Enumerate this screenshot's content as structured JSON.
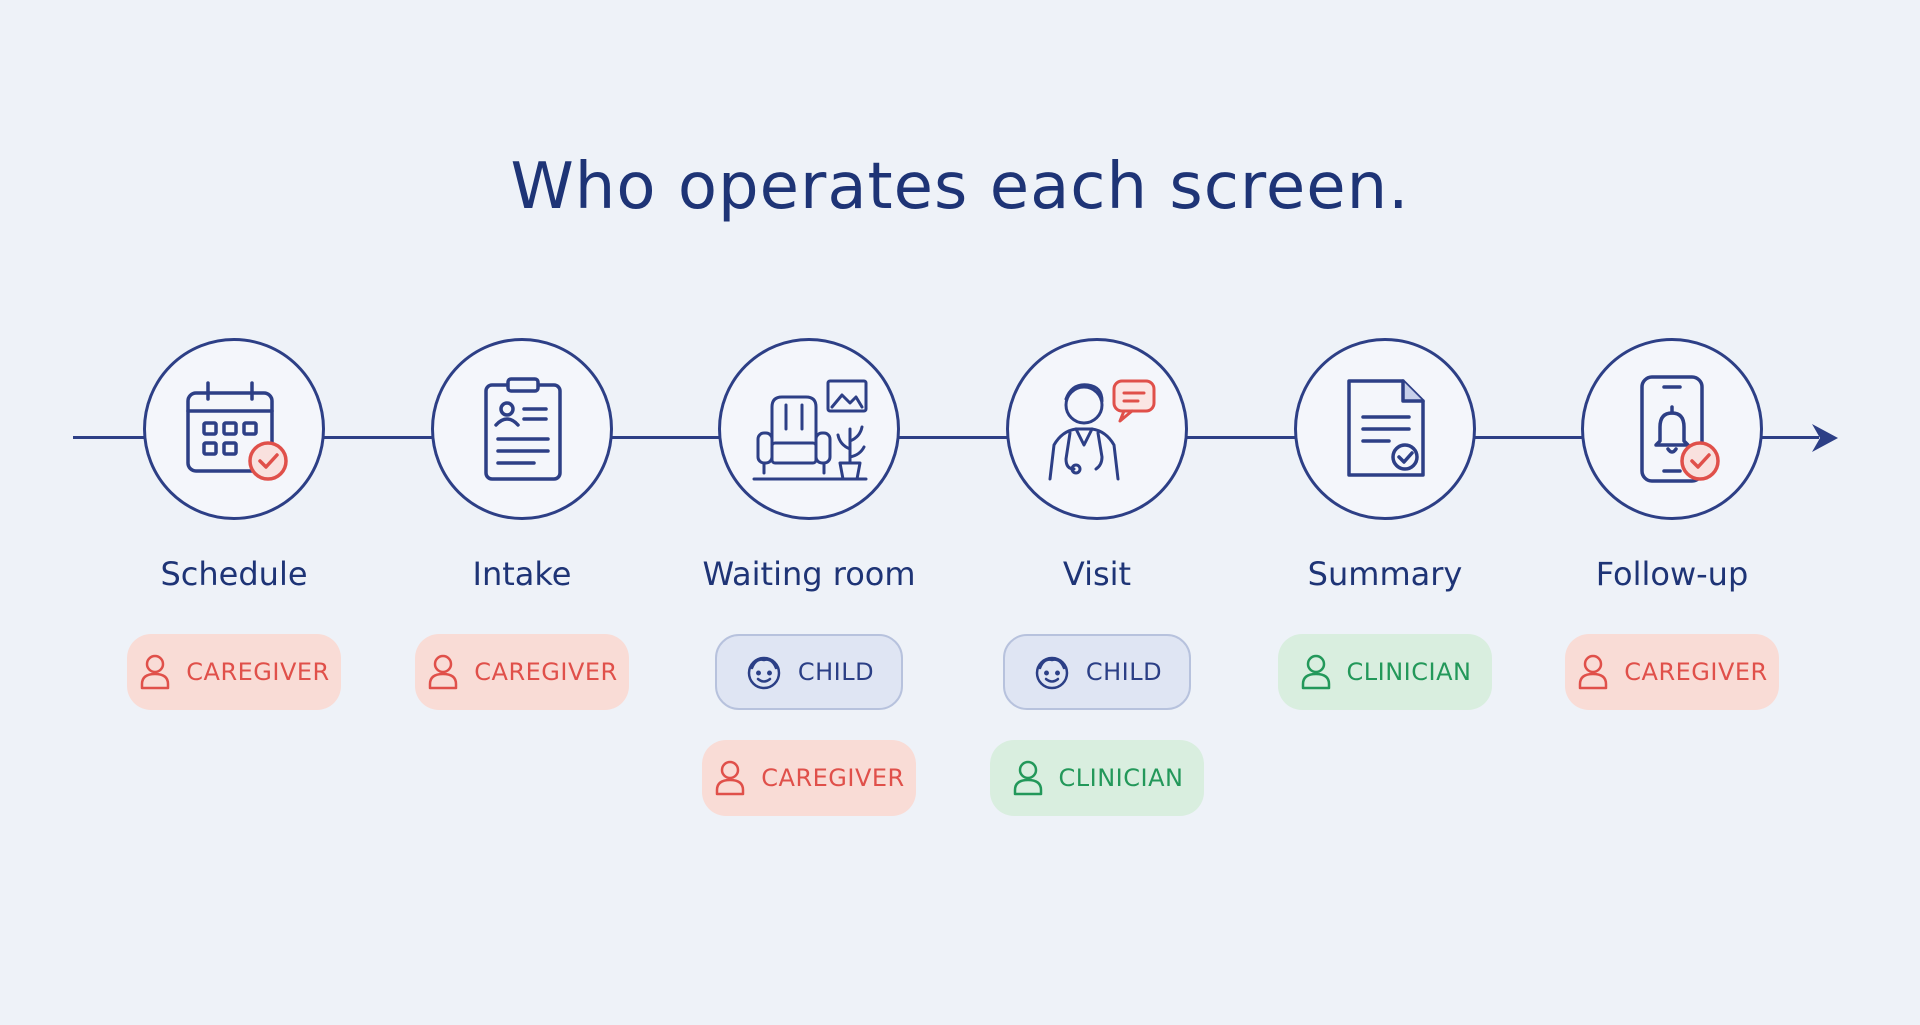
{
  "title": "Who operates each screen.",
  "colors": {
    "ink": "#1e3476",
    "line": "#2d3f86",
    "caregiver": "#e0504a",
    "child": "#2b3f86",
    "clinician": "#23985a",
    "background": "#eef2f8"
  },
  "steps": [
    {
      "label": "Schedule",
      "icon": "calendar-check-icon",
      "roles": [
        {
          "label": "CAREGIVER",
          "kind": "caregiver",
          "icon": "person-icon"
        }
      ]
    },
    {
      "label": "Intake",
      "icon": "clipboard-form-icon",
      "roles": [
        {
          "label": "CAREGIVER",
          "kind": "caregiver",
          "icon": "person-icon"
        }
      ]
    },
    {
      "label": "Waiting room",
      "icon": "armchair-room-icon",
      "roles": [
        {
          "label": "CHILD",
          "kind": "child",
          "icon": "child-face-icon"
        },
        {
          "label": "CAREGIVER",
          "kind": "caregiver",
          "icon": "person-icon"
        }
      ]
    },
    {
      "label": "Visit",
      "icon": "doctor-chat-icon",
      "roles": [
        {
          "label": "CHILD",
          "kind": "child",
          "icon": "child-face-icon"
        },
        {
          "label": "CLINICIAN",
          "kind": "clinician",
          "icon": "person-icon"
        }
      ]
    },
    {
      "label": "Summary",
      "icon": "document-check-icon",
      "roles": [
        {
          "label": "CLINICIAN",
          "kind": "clinician",
          "icon": "person-icon"
        }
      ]
    },
    {
      "label": "Follow-up",
      "icon": "phone-bell-icon",
      "roles": [
        {
          "label": "CAREGIVER",
          "kind": "caregiver",
          "icon": "person-icon"
        }
      ]
    }
  ]
}
